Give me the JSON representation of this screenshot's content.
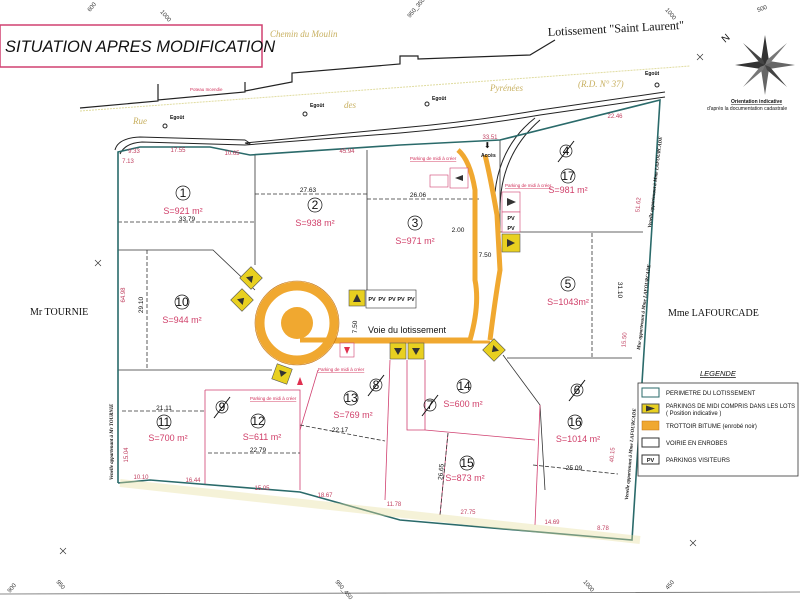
{
  "title": "SITUATION APRES MODIFICATION",
  "project_name": "Lotissement \"Saint Laurent\"",
  "roads": {
    "chemin": "Chemin du Moulin",
    "rue": "Rue",
    "des": "des",
    "pyrenees": "Pyrénées",
    "rd": "(R.D. N° 37)",
    "voie": "Voie du lotissement"
  },
  "compass": {
    "north_letter": "N",
    "caption_1": "Orientation indicative",
    "caption_2": "d'après la documentation cadastrale"
  },
  "neighbours": {
    "west": "Mr TOURNIE",
    "east": "Mme LAFOURCADE",
    "venelle_west": "Venelle appartenant à Mr TOURNIE",
    "venelle_east": "Venelle appartenant à Mme LAFOURCADE",
    "mur_east": "Mur appartenant à Mme LAFOURCADE"
  },
  "annotations": {
    "poteau": "Poteau Incendie",
    "egout": "Egoût",
    "acces": "Accès",
    "parking_note": "Parking de midi à créer",
    "pv": "PV"
  },
  "lots": [
    {
      "num": "1",
      "area": "S=921 m²"
    },
    {
      "num": "2",
      "area": "S=938 m²"
    },
    {
      "num": "3",
      "area": "S=971 m²"
    },
    {
      "num": "5",
      "area": "S=1043m²"
    },
    {
      "num": "10",
      "area": "S=944 m²"
    },
    {
      "num": "11",
      "area": "S=700 m²"
    },
    {
      "num": "12",
      "area": "S=611 m²"
    },
    {
      "num": "13",
      "area": "S=769 m²"
    },
    {
      "num": "14",
      "area": "S=600 m²"
    },
    {
      "num": "15",
      "area": "S=873 m²"
    },
    {
      "num": "16",
      "area": "S=1014 m²"
    },
    {
      "num": "17",
      "area": "S=981 m²"
    }
  ],
  "removed_lots": [
    "4",
    "6",
    "7",
    "8",
    "9"
  ],
  "dimensions": [
    "9.33",
    "17.55",
    "10.65",
    "45.94",
    "33.51",
    "22.46",
    "7.13",
    "33.79",
    "27.63",
    "26.06",
    "2.00",
    "7.50",
    "7.50",
    "51.62",
    "31.10",
    "15.50",
    "64.98",
    "29.10",
    "21.11",
    "22.79",
    "22.17",
    "15.04",
    "10.10",
    "16.44",
    "15.05",
    "18.67",
    "11.78",
    "27.75",
    "14.69",
    "8.78",
    "26.65",
    "25.09",
    "40.15"
  ],
  "coords": [
    "600",
    "1000",
    "950_350",
    "1000",
    "500",
    "900",
    "950",
    "950_450",
    "1000",
    "450"
  ],
  "legend": {
    "title": "LEGENDE",
    "items": [
      {
        "label": "PERIMETRE DU LOTISSEMENT",
        "swatch": "perimeter"
      },
      {
        "label": "PARKINGS DE MIDI COMPRIS DANS LES LOTS",
        "label2": "( Position indicative )",
        "swatch": "parking"
      },
      {
        "label": "TROTTOIR BITUME  (enrobé noir)",
        "swatch": "sidewalk"
      },
      {
        "label": "VOIRIE EN ENROBES",
        "swatch": "road"
      },
      {
        "label": "PARKINGS VISITEURS",
        "swatch": "pv"
      }
    ]
  },
  "colors": {
    "title_border": "#d04070",
    "sidewalk": "#f0a830",
    "parking": "#e8d020",
    "perimeter": "#2a6a6a",
    "area_text": "#d0406a",
    "road_text": "#c8b060"
  }
}
